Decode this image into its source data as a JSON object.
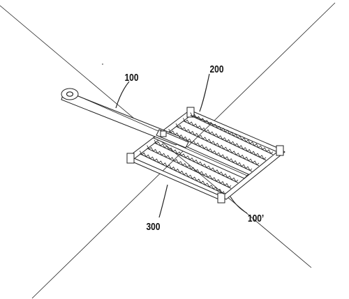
{
  "labels": {
    "handle": "100",
    "frame": "200",
    "heating_elements": "300",
    "second_part": "100’"
  },
  "colors": {
    "line": "#222222",
    "background": "#ffffff"
  }
}
